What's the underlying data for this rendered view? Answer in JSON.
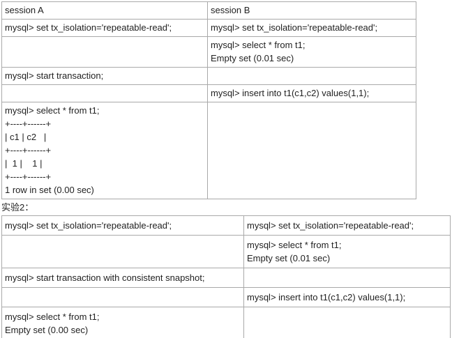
{
  "page": {
    "background_color": "#ffffff",
    "text_color": "#222222",
    "border_color": "#a9a9a9"
  },
  "experiment1": {
    "columns": [
      "session A",
      "session B"
    ],
    "rows": [
      {
        "session_a": "mysql> set tx_isolation='repeatable-read';",
        "session_b": "mysql> set tx_isolation='repeatable-read';"
      },
      {
        "session_a": "",
        "session_b": "mysql> select * from t1;\nEmpty set (0.01 sec)"
      },
      {
        "session_a": "mysql> start transaction;",
        "session_b": ""
      },
      {
        "session_a": "",
        "session_b": "mysql> insert into t1(c1,c2) values(1,1);"
      },
      {
        "session_a": "mysql> select * from t1;\n+----+------+\n| c1 | c2   |\n+----+------+\n|  1 |    1 |\n+----+------+\n1 row in set (0.00 sec)",
        "session_b": ""
      }
    ]
  },
  "experiment2": {
    "label": "实验2：",
    "rows": [
      {
        "session_a": "mysql> set tx_isolation='repeatable-read';",
        "session_b": "mysql> set tx_isolation='repeatable-read';"
      },
      {
        "session_a": "",
        "session_b": "mysql> select * from t1;\nEmpty set (0.01 sec)"
      },
      {
        "session_a": "mysql> start transaction with consistent snapshot;",
        "session_b": ""
      },
      {
        "session_a": "",
        "session_b": "mysql> insert into t1(c1,c2) values(1,1);"
      },
      {
        "session_a": "mysql> select * from t1;\nEmpty set (0.00 sec)",
        "session_b": ""
      }
    ]
  }
}
